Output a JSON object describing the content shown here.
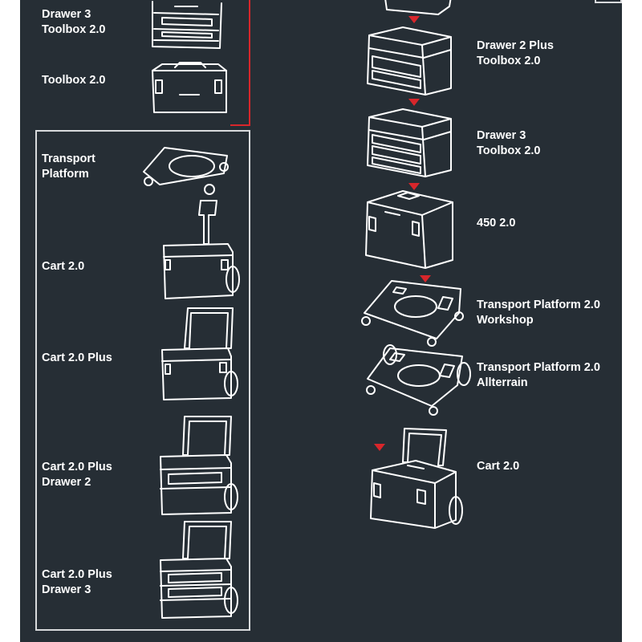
{
  "left_column": {
    "bracketed_items": [
      {
        "label": "Drawer 3\nToolbox 2.0",
        "icon": "drawer-3-toolbox-icon"
      },
      {
        "label": "Toolbox 2.0",
        "icon": "toolbox-icon"
      }
    ],
    "framed_items": [
      {
        "label": "Transport\nPlatform",
        "icon": "transport-platform-icon"
      },
      {
        "label": "Cart 2.0",
        "icon": "cart-icon"
      },
      {
        "label": "Cart 2.0 Plus",
        "icon": "cart-plus-icon"
      },
      {
        "label": "Cart 2.0 Plus\nDrawer 2",
        "icon": "cart-plus-drawer-2-icon"
      },
      {
        "label": "Cart 2.0 Plus\nDrawer 3",
        "icon": "cart-plus-drawer-3-icon"
      }
    ]
  },
  "right_column": {
    "items": [
      {
        "label": "Drawer 2 Plus\nToolbox 2.0",
        "icon": "drawer-2-plus-toolbox-icon"
      },
      {
        "label": "Drawer 3\nToolbox 2.0",
        "icon": "drawer-3-toolbox-icon"
      },
      {
        "label": "450 2.0",
        "icon": "case-450-icon"
      },
      {
        "label": "Transport Platform 2.0\nWorkshop",
        "icon": "transport-platform-workshop-icon"
      },
      {
        "label": "Transport Platform 2.0\nAllterrain",
        "icon": "transport-platform-allterrain-icon"
      },
      {
        "label": "Cart 2.0",
        "icon": "cart-icon"
      }
    ]
  },
  "colors": {
    "background": "#262e35",
    "line_art": "#ffffff",
    "accent_red": "#d8262b",
    "frame": "#d8dadc"
  }
}
